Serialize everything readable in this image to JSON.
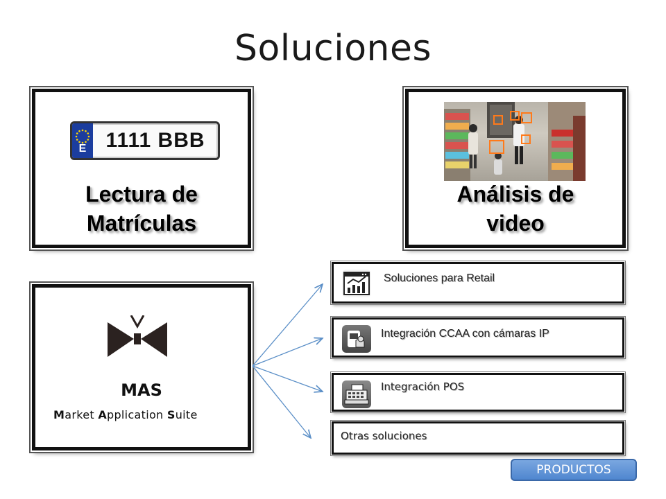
{
  "slide": {
    "title": "Soluciones"
  },
  "cards": {
    "plate": {
      "title_line1": "Lectura de",
      "title_line2": "Matrículas",
      "plate_number": "1111 BBB",
      "plate_country": "E"
    },
    "video": {
      "title_line1": "Análisis de",
      "title_line2": "video"
    },
    "mas": {
      "name": "MAS",
      "subtitle": {
        "w1_initial": "M",
        "w1_rest": "arket ",
        "w2_initial": "A",
        "w2_rest": "pplication ",
        "w3_initial": "S",
        "w3_rest": "uite"
      }
    }
  },
  "solutions": [
    {
      "label": "Soluciones para Retail",
      "icon": "retail-chart-icon"
    },
    {
      "label": "Integración CCAA con cámaras IP",
      "icon": "access-control-icon"
    },
    {
      "label": "Integración POS",
      "icon": "cash-register-icon"
    },
    {
      "label": "Otras soluciones",
      "icon": ""
    }
  ],
  "buttons": {
    "products": "PRODUCTOS"
  },
  "colors": {
    "accent": "#4f86cf",
    "arrow": "#5b8fc7",
    "border": "#111111"
  }
}
